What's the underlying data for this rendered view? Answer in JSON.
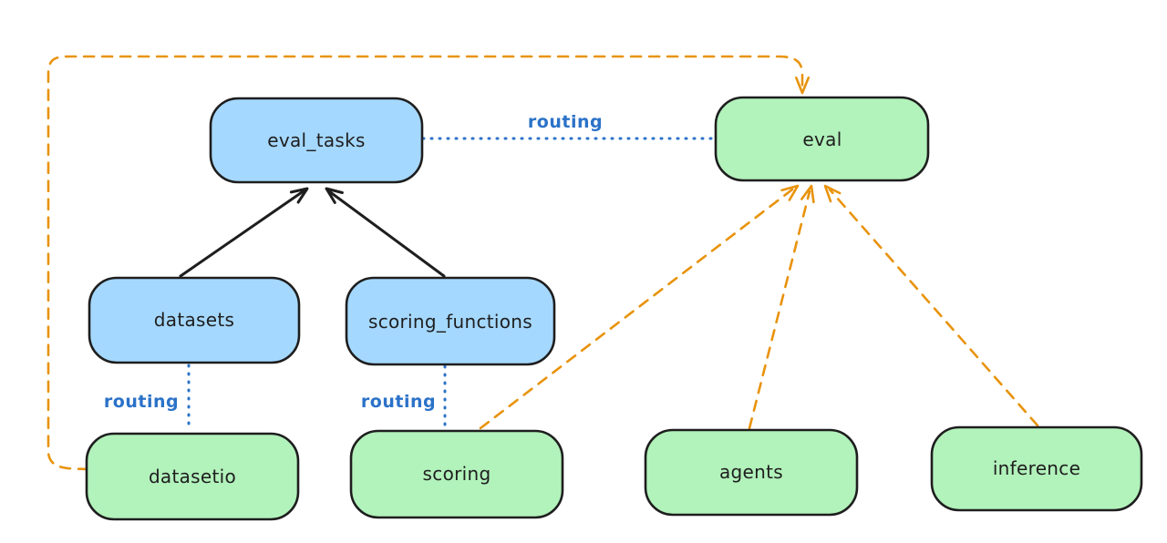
{
  "diagram": {
    "nodes": {
      "eval_tasks": {
        "label": "eval_tasks",
        "fill": "blue"
      },
      "eval": {
        "label": "eval",
        "fill": "green"
      },
      "datasets": {
        "label": "datasets",
        "fill": "blue"
      },
      "scoring_functions": {
        "label": "scoring_functions",
        "fill": "blue"
      },
      "datasetio": {
        "label": "datasetio",
        "fill": "green"
      },
      "scoring": {
        "label": "scoring",
        "fill": "green"
      },
      "agents": {
        "label": "agents",
        "fill": "green"
      },
      "inference": {
        "label": "inference",
        "fill": "green"
      }
    },
    "edges": [
      {
        "from": "datasets",
        "to": "eval_tasks",
        "style": "solid",
        "color": "black",
        "arrow": true,
        "label": ""
      },
      {
        "from": "scoring_functions",
        "to": "eval_tasks",
        "style": "solid",
        "color": "black",
        "arrow": true,
        "label": ""
      },
      {
        "from": "eval_tasks",
        "to": "eval",
        "style": "dotted",
        "color": "blue",
        "arrow": false,
        "label": "routing"
      },
      {
        "from": "datasets",
        "to": "datasetio",
        "style": "dotted",
        "color": "blue",
        "arrow": false,
        "label": "routing"
      },
      {
        "from": "scoring_functions",
        "to": "scoring",
        "style": "dotted",
        "color": "blue",
        "arrow": false,
        "label": "routing"
      },
      {
        "from": "datasetio",
        "to": "eval",
        "style": "dashed",
        "color": "orange",
        "arrow": true,
        "label": ""
      },
      {
        "from": "scoring",
        "to": "eval",
        "style": "dashed",
        "color": "orange",
        "arrow": true,
        "label": ""
      },
      {
        "from": "agents",
        "to": "eval",
        "style": "dashed",
        "color": "orange",
        "arrow": true,
        "label": ""
      },
      {
        "from": "inference",
        "to": "eval",
        "style": "dashed",
        "color": "orange",
        "arrow": true,
        "label": ""
      }
    ]
  },
  "colors": {
    "background": "#ffffff",
    "node_blue_fill": "#a5d8ff",
    "node_green_fill": "#b2f2bb",
    "node_stroke": "#1e1e1e",
    "text": "#1e1e1e",
    "edge_black": "#1e1e1e",
    "edge_blue": "#2b72c8",
    "edge_orange": "#e8930c"
  }
}
